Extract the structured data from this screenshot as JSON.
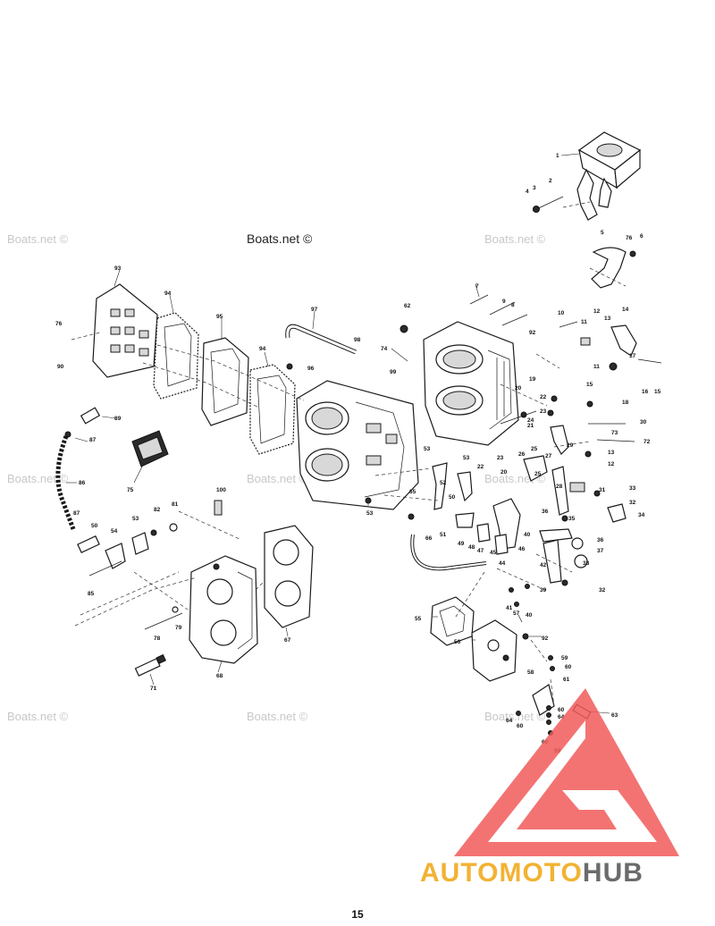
{
  "watermarks": {
    "main": "Boats.net ©",
    "faint": "Boats.net ©"
  },
  "logo": {
    "auto": "AUTO",
    "moto": "MOTO",
    "hub": "HUB",
    "colors": {
      "auto": "#f2b233",
      "moto": "#f2b233",
      "hub": "#6b6b6b",
      "triangle": "#f15a5a"
    }
  },
  "page_number": "15",
  "callouts": {
    "n1": "1",
    "n2": "2",
    "n3": "3",
    "n4": "4",
    "n5": "5",
    "n6": "6",
    "n7": "7",
    "n8": "8",
    "n9": "9",
    "n10": "10",
    "n11": "11",
    "n12": "12",
    "n13": "13",
    "n14": "14",
    "n15": "15",
    "n16": "16",
    "n17": "17",
    "n18": "18",
    "n19": "19",
    "n20": "20",
    "n21": "21",
    "n22": "22",
    "n23": "23",
    "n24": "24",
    "n25": "25",
    "n26": "26",
    "n27": "27",
    "n28": "28",
    "n29": "29",
    "n30": "30",
    "n31": "31",
    "n32": "32",
    "n33": "33",
    "n34": "34",
    "n35": "35",
    "n36": "36",
    "n37": "37",
    "n38": "38",
    "n39": "39",
    "n40": "40",
    "n41": "41",
    "n42": "42",
    "n44": "44",
    "n45": "45",
    "n46": "46",
    "n47": "47",
    "n48": "48",
    "n49": "49",
    "n50": "50",
    "n51": "51",
    "n52": "52",
    "n53": "53",
    "n54": "54",
    "n55": "55",
    "n56": "56",
    "n57": "57",
    "n58": "58",
    "n59": "59",
    "n60": "60",
    "n61": "61",
    "n62": "62",
    "n63": "63",
    "n64": "64",
    "n65": "65",
    "n66": "66",
    "n67": "67",
    "n68": "68",
    "n71": "71",
    "n72": "72",
    "n73": "73",
    "n74": "74",
    "n75": "75",
    "n76": "76",
    "n78": "78",
    "n79": "79",
    "n81": "81",
    "n82": "82",
    "n84": "84",
    "n85": "85",
    "n86": "86",
    "n87": "87",
    "n89": "89",
    "n90": "90",
    "n92": "92",
    "n93": "93",
    "n94": "94",
    "n95": "95",
    "n96": "96",
    "n97": "97",
    "n98": "98",
    "n99": "99",
    "n100": "100"
  }
}
